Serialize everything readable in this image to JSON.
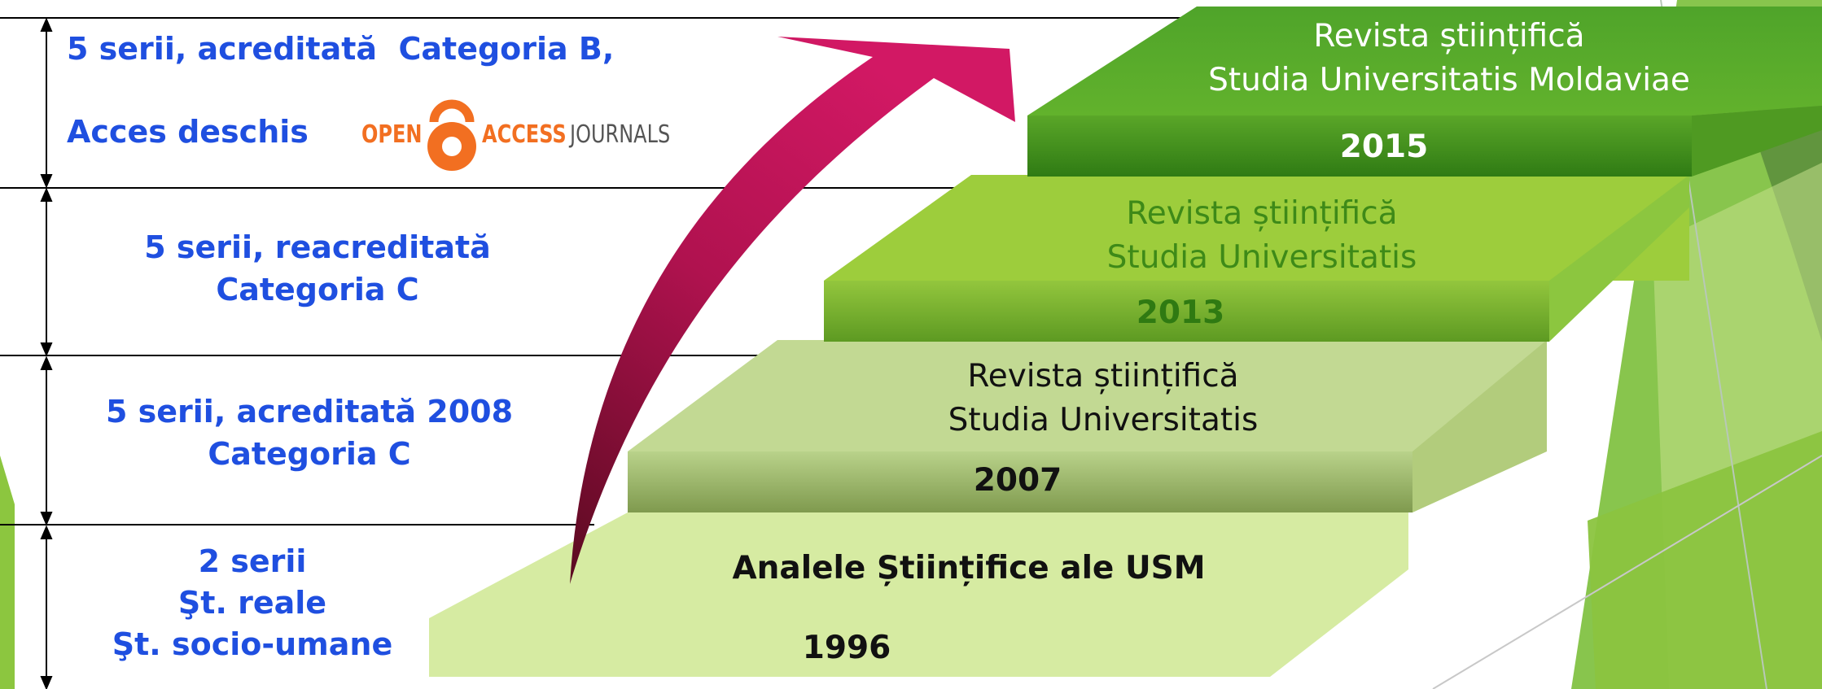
{
  "steps": [
    {
      "title_line1": "",
      "title_line2": "Analele Științifice ale USM",
      "year": "1996"
    },
    {
      "title_line1": "Revista științifică",
      "title_line2": "Studia Universitatis",
      "year": "2007"
    },
    {
      "title_line1": "Revista științifică",
      "title_line2": "Studia Universitatis",
      "year": "2013"
    },
    {
      "title_line1": "Revista științifică",
      "title_line2": "Studia Universitatis Moldaviae",
      "year": "2015"
    }
  ],
  "levels": [
    {
      "lines": [
        "2 serii",
        "Şt. reale",
        "Şt. socio-umane"
      ]
    },
    {
      "lines": [
        "5 serii, acreditată 2008",
        "Categoria C"
      ]
    },
    {
      "lines": [
        "5 serii, reacreditată",
        "Categoria C"
      ]
    },
    {
      "lines": [
        "5 serii, acreditată  Categoria B,",
        "Acces deschis"
      ]
    }
  ],
  "logo": {
    "open": "OPEN",
    "access": "ACCESS",
    "journals": "JOURNALS"
  },
  "colors": {
    "text_blue": "#1f4fe0",
    "arrow": "#c81660",
    "step_light": "#d6eba2",
    "step_mid": "#bcd588",
    "step_bright": "#9dcd3c",
    "step_dark": "#5fae2a",
    "logo_orange": "#f26f21"
  }
}
